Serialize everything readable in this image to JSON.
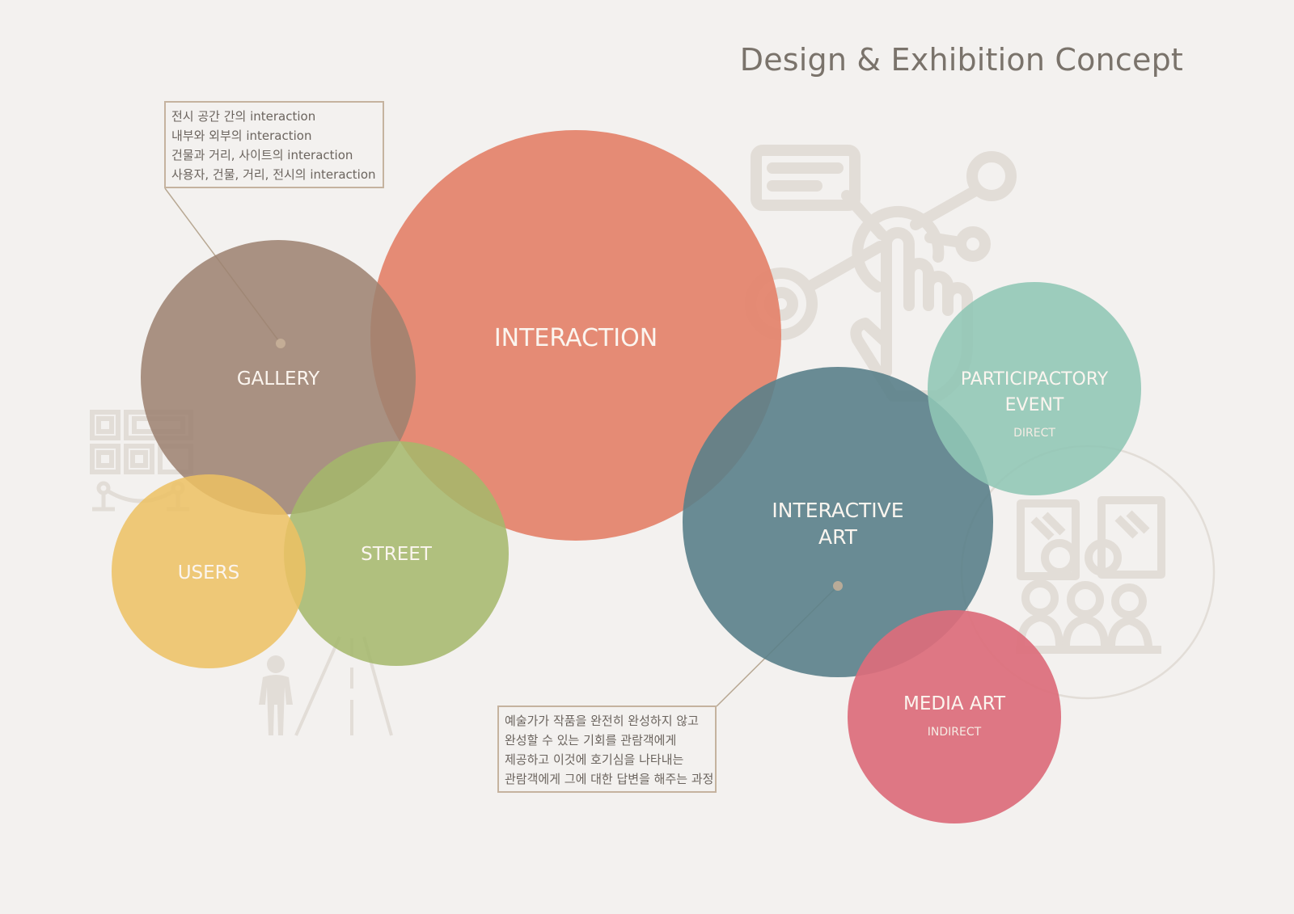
{
  "title": "Design & Exhibition Concept",
  "circles": {
    "interaction": {
      "label": "INTERACTION",
      "color": "#e4866f"
    },
    "gallery": {
      "label": "GALLERY",
      "color": "#9c8170"
    },
    "street": {
      "label": "STREET",
      "color": "#a4b86b"
    },
    "users": {
      "label": "USERS",
      "color": "#ecc163"
    },
    "interactive_art": {
      "line1": "INTERACTIVE",
      "line2": "ART",
      "color": "#5a7f89"
    },
    "participatory_event": {
      "line1": "PARTICIPACTORY",
      "line2": "EVENT",
      "sub": "DIRECT",
      "color": "#8fc6b5"
    },
    "media_art": {
      "label": "MEDIA ART",
      "sub": "INDIRECT",
      "color": "#dc6c7b"
    }
  },
  "notes": {
    "gallery_note": [
      "전시 공간 간의 interaction",
      "내부와 외부의 interaction",
      "건물과 거리, 사이트의 interaction",
      "사용자, 건물, 거리, 전시의 interaction"
    ],
    "interactive_art_note": [
      "예술가가 작품을 완전히 완성하지 않고",
      "완성할 수 있는 기회를 관람객에게",
      "제공하고 이것에 호기심을 나타내는",
      "관람객에게 그에 대한 답변을 해주는 과정"
    ]
  },
  "icons": [
    "qr-code-icon",
    "stanchion-icon",
    "pedestrian-road-icon",
    "touch-network-icon",
    "gallery-visitors-icon"
  ],
  "colors": {
    "background": "#f3f1ef",
    "title": "#7a736b",
    "note_border": "#c5b39f",
    "note_text": "#6b645e",
    "icon_line": "#e2ddd7"
  }
}
